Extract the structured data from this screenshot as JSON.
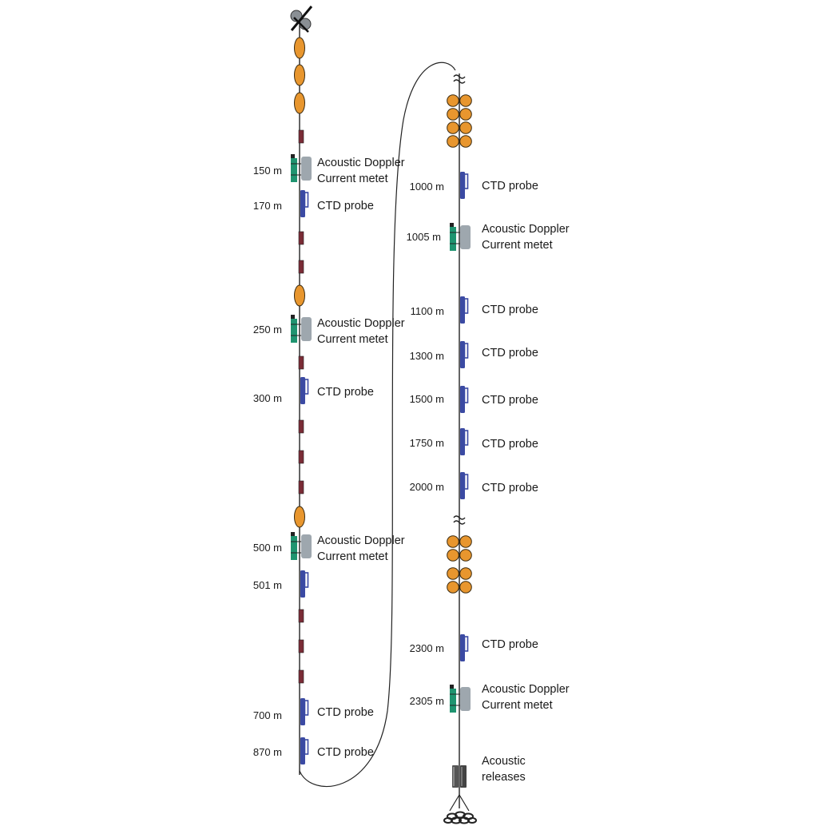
{
  "colors": {
    "float": "#e8962e",
    "float_stroke": "#3a2a10",
    "sensor": "#7a2c36",
    "ctd": "#3b4aa3",
    "adcp_body": "#9ea7ae",
    "adcp_clamp": "#1f9470",
    "release": "#555555",
    "line": "#222222"
  },
  "left_line": {
    "instruments": [
      {
        "depth": "150 m",
        "label1": "Acoustic Doppler",
        "label2": "Current metet"
      },
      {
        "depth": "170 m",
        "label1": "CTD probe",
        "label2": ""
      },
      {
        "depth": "250 m",
        "label1": "Acoustic Doppler",
        "label2": "Current metet"
      },
      {
        "depth": "300 m",
        "label1": "CTD probe",
        "label2": ""
      },
      {
        "depth": "500 m",
        "label1": "Acoustic Doppler",
        "label2": "Current metet"
      },
      {
        "depth": "501 m",
        "label1": "",
        "label2": ""
      },
      {
        "depth": "700 m",
        "label1": "CTD probe",
        "label2": ""
      },
      {
        "depth": "870 m",
        "label1": "CTD probe",
        "label2": ""
      }
    ]
  },
  "right_line": {
    "instruments": [
      {
        "depth": "1000 m",
        "label1": "CTD probe",
        "label2": ""
      },
      {
        "depth": "1005 m",
        "label1": "Acoustic Doppler",
        "label2": "Current metet"
      },
      {
        "depth": "1100 m",
        "label1": "CTD probe",
        "label2": ""
      },
      {
        "depth": "1300 m",
        "label1": "CTD probe",
        "label2": ""
      },
      {
        "depth": "1500 m",
        "label1": "CTD probe",
        "label2": ""
      },
      {
        "depth": "1750 m",
        "label1": "CTD probe",
        "label2": ""
      },
      {
        "depth": "2000 m",
        "label1": "CTD probe",
        "label2": ""
      },
      {
        "depth": "2300 m",
        "label1": "CTD probe",
        "label2": ""
      },
      {
        "depth": "2305 m",
        "label1": "Acoustic Doppler",
        "label2": "Current metet"
      }
    ],
    "releases": {
      "label1": "Acoustic",
      "label2": "releases"
    }
  }
}
